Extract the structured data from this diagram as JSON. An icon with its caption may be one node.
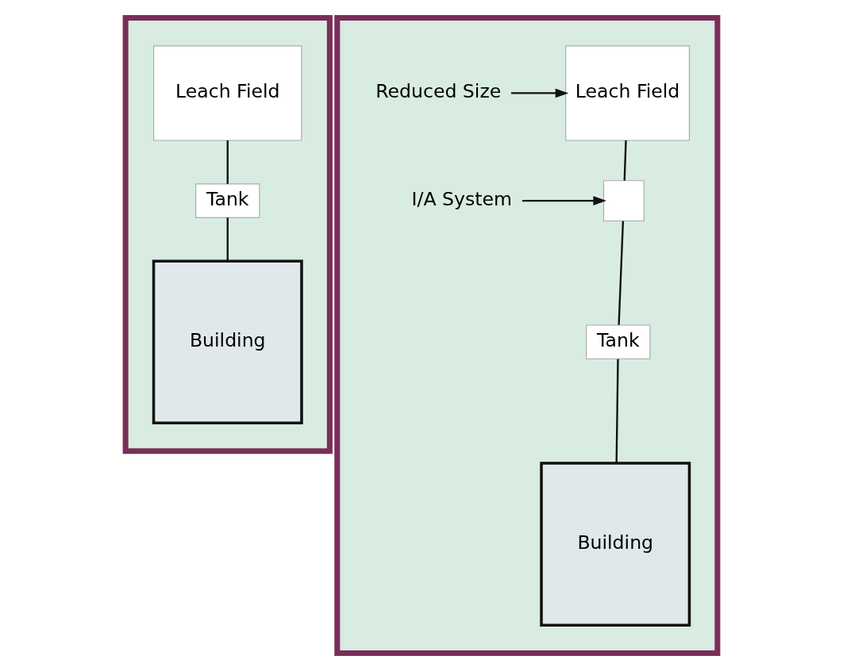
{
  "diagram": {
    "nodes": [
      {
        "text": [],
        "shape": "box"
      },
      {
        "text": [
          "Leach Field"
        ],
        "in": 0
      },
      {
        "text": [
          "Tank"
        ],
        "in": 0
      },
      {
        "text": [
          "Building"
        ],
        "in": 0
      },
      {
        "text": [],
        "shape": "box"
      },
      {
        "text": [
          "Leach Field"
        ],
        "in": 4
      },
      {
        "text": [
          "Reduced Size"
        ],
        "in": 4
      },
      {
        "text": [],
        "shape": "box",
        "in": 4
      },
      {
        "text": [
          "I/A System"
        ],
        "in": 4
      },
      {
        "text": [
          "Tank"
        ],
        "in": 4
      },
      {
        "text": [
          "Building"
        ],
        "in": 4
      }
    ],
    "edges": [
      {
        "from": 1,
        "to": 2,
        "arrow": "none"
      },
      {
        "from": 2,
        "to": 3,
        "arrow": "none"
      },
      {
        "from": 5,
        "to": 7,
        "arrow": "none"
      },
      {
        "from": 7,
        "to": 9,
        "arrow": "none"
      },
      {
        "from": 9,
        "to": 10,
        "arrow": "none"
      },
      {
        "from": 6,
        "to": 5,
        "arrow": "to"
      },
      {
        "from": 8,
        "to": 7,
        "arrow": "to"
      }
    ]
  }
}
